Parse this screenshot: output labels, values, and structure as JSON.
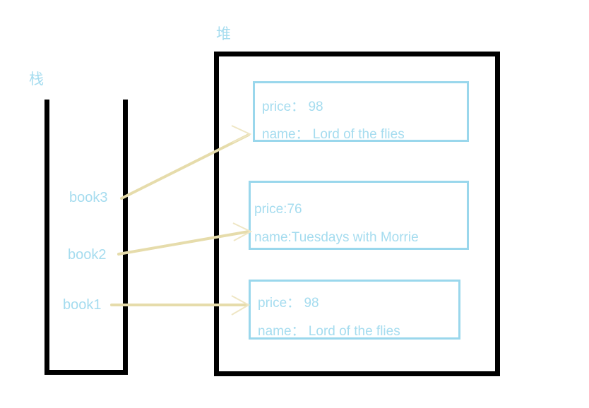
{
  "diagram": {
    "stack": {
      "label": "栈",
      "variables": [
        {
          "name": "book3"
        },
        {
          "name": "book2"
        },
        {
          "name": "book1"
        }
      ]
    },
    "heap": {
      "label": "堆",
      "objects": [
        {
          "price": "price： 98",
          "name": "name： Lord of the flies"
        },
        {
          "price": "price:76",
          "name": "name:Tuesdays with Morrie"
        },
        {
          "price": "price： 98",
          "name": "name： Lord of the flies"
        }
      ]
    },
    "colors": {
      "accent_blue": "#a5dcef",
      "box_border_blue": "#9ad7ec",
      "outline_black": "#000000",
      "arrow_khaki": "#e6dcab",
      "background": "#ffffff"
    },
    "references": [
      {
        "from": "book3",
        "to": "object-1"
      },
      {
        "from": "book2",
        "to": "object-2"
      },
      {
        "from": "book1",
        "to": "object-3"
      }
    ]
  }
}
